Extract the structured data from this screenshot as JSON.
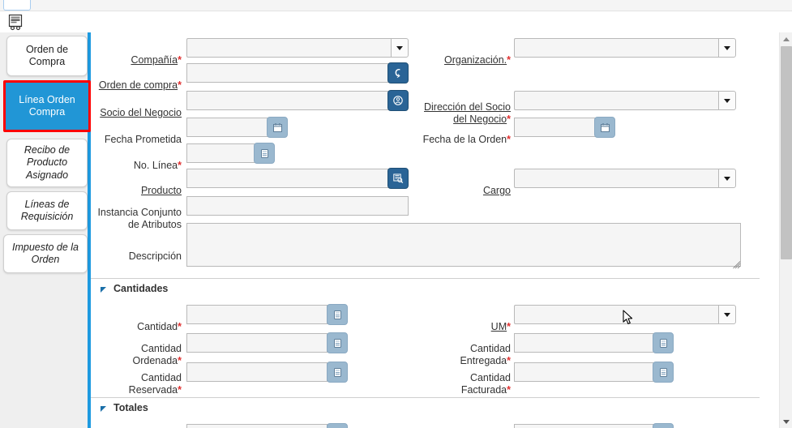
{
  "window": {
    "toolbar_icon": "purchase-order-document-icon",
    "tab_stub": ""
  },
  "theme": {
    "accent": "#1e9ae0",
    "active_tab_bg": "#2196d6",
    "highlight_border": "#ff0000",
    "required_red": "#e03030",
    "dark_button": "#2a6496",
    "soft_button": "#9ab8cf",
    "field_bg": "#f5f5f5",
    "rail_bg": "#efefef"
  },
  "sidebar": {
    "items": [
      {
        "label": "Orden de\nCompra",
        "active": false,
        "italic": false
      },
      {
        "label": "Línea\nOrden\nCompra",
        "active": true,
        "italic": false
      },
      {
        "label": "Recibo de\nProducto\nAsignado",
        "active": false,
        "italic": true
      },
      {
        "label": "Líneas de\nRequisición",
        "active": false,
        "italic": true
      },
      {
        "label": "Impuesto\nde la Orden",
        "active": false,
        "italic": true
      }
    ]
  },
  "form": {
    "fields": {
      "compania": {
        "label": "Compañía",
        "required": true,
        "value": "",
        "type": "select",
        "underline": true
      },
      "organizacion": {
        "label": "Organización.",
        "required": true,
        "value": "",
        "type": "select",
        "underline": true
      },
      "orden_compra": {
        "label": "Orden de compra",
        "required": true,
        "value": "",
        "type": "text-button",
        "underline": true,
        "button_icon": "lookup-record-icon"
      },
      "socio_negocio": {
        "label": "Socio del Negocio",
        "required": false,
        "value": "",
        "type": "text-button",
        "underline": true,
        "button_icon": "business-partner-icon"
      },
      "direccion_socio": {
        "label": "Dirección del Socio\ndel Negocio",
        "required": true,
        "value": "",
        "type": "select",
        "underline": true
      },
      "fecha_prometida": {
        "label": "Fecha Prometida",
        "required": false,
        "value": "",
        "type": "date",
        "underline": false,
        "button_icon": "calendar-icon"
      },
      "fecha_orden": {
        "label": "Fecha de la Orden",
        "required": true,
        "value": "",
        "type": "date",
        "underline": false,
        "button_icon": "calendar-icon"
      },
      "no_linea": {
        "label": "No. Línea",
        "required": true,
        "value": "",
        "type": "number",
        "underline": false,
        "button_icon": "calculator-icon"
      },
      "producto": {
        "label": "Producto",
        "required": false,
        "value": "",
        "type": "text-button",
        "underline": true,
        "button_icon": "product-search-icon"
      },
      "cargo": {
        "label": "Cargo",
        "required": false,
        "value": "",
        "type": "select",
        "underline": true
      },
      "instancia": {
        "label": "Instancia Conjunto\nde Atributos",
        "required": false,
        "value": "",
        "type": "text",
        "underline": false
      },
      "descripcion": {
        "label": "Descripción",
        "required": false,
        "value": "",
        "type": "textarea",
        "underline": false
      }
    }
  },
  "sections": {
    "cantidades": {
      "title": "Cantidades",
      "expanded": true,
      "fields": {
        "cantidad": {
          "label": "Cantidad",
          "required": true,
          "value": "",
          "underline": false,
          "button_icon": "calculator-icon"
        },
        "um": {
          "label": "UM",
          "required": true,
          "value": "",
          "underline": true,
          "type": "select"
        },
        "cantidad_ordenada": {
          "label": "Cantidad\nOrdenada",
          "required": true,
          "value": "",
          "underline": false,
          "button_icon": "calculator-icon"
        },
        "cantidad_entregada": {
          "label": "Cantidad\nEntregada",
          "required": true,
          "value": "",
          "underline": false,
          "button_icon": "calculator-icon"
        },
        "cantidad_reservada": {
          "label": "Cantidad\nReservada",
          "required": true,
          "value": "",
          "underline": false,
          "button_icon": "calculator-icon"
        },
        "cantidad_facturada": {
          "label": "Cantidad\nFacturada",
          "required": true,
          "value": "",
          "underline": false,
          "button_icon": "calculator-icon"
        }
      }
    },
    "totales": {
      "title": "Totales",
      "expanded": true
    }
  },
  "scroll": {
    "position": "top"
  }
}
